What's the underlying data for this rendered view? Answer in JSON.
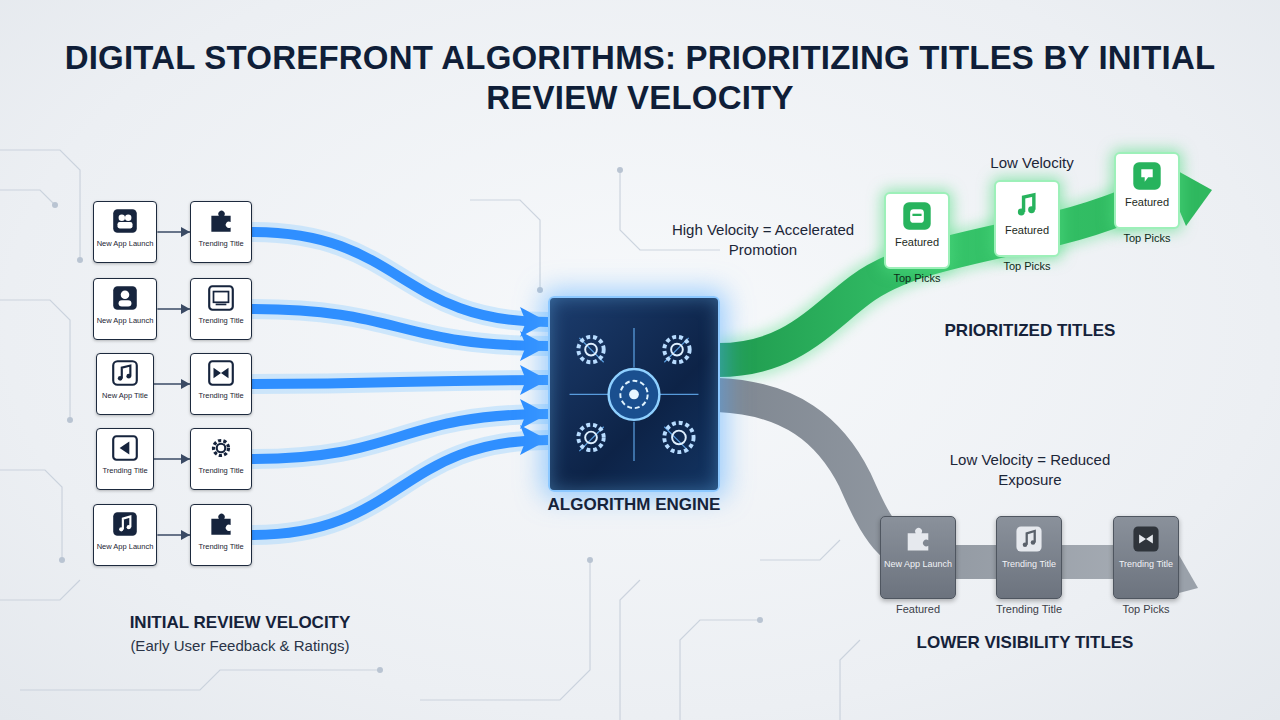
{
  "diagram": {
    "title": "DIGITAL STOREFRONT ALGORITHMS: PRIORITIZING TITLES BY INITIAL REVIEW VELOCITY",
    "nodes": [
      {
        "text": [
          "New App Launch"
        ]
      },
      {
        "text": [
          "Trending Title"
        ]
      },
      {
        "text": [
          "New App Launch"
        ]
      },
      {
        "text": [
          "Trending Title"
        ]
      },
      {
        "text": [
          "New App Title"
        ]
      },
      {
        "text": [
          "Trending Title"
        ]
      },
      {
        "text": [
          "Trending Title"
        ]
      },
      {
        "text": [
          "Trending Title"
        ]
      },
      {
        "text": [
          "New App Launch"
        ]
      },
      {
        "text": [
          "Trending Title"
        ]
      },
      {
        "text": [
          "ALGORITHM ENGINE"
        ]
      },
      {
        "text": [
          "Featured",
          "Top Picks"
        ]
      },
      {
        "text": [
          "Featured",
          "Top Picks"
        ]
      },
      {
        "text": [
          "Featured",
          "Top Picks"
        ]
      },
      {
        "text": [
          "New App Launch",
          "Featured"
        ]
      },
      {
        "text": [
          "Trending Title",
          "Trending Title"
        ]
      },
      {
        "text": [
          "Trending Title",
          "Top Picks"
        ]
      }
    ],
    "edges": [
      {
        "from": 0,
        "to": 1,
        "arrow": "to"
      },
      {
        "from": 2,
        "to": 3,
        "arrow": "to"
      },
      {
        "from": 4,
        "to": 5,
        "arrow": "to"
      },
      {
        "from": 6,
        "to": 7,
        "arrow": "to"
      },
      {
        "from": 8,
        "to": 9,
        "arrow": "to"
      },
      {
        "from": 1,
        "to": 10,
        "arrow": "to"
      },
      {
        "from": 3,
        "to": 10,
        "arrow": "to"
      },
      {
        "from": 5,
        "to": 10,
        "arrow": "to"
      },
      {
        "from": 7,
        "to": 10,
        "arrow": "to"
      },
      {
        "from": 9,
        "to": 10,
        "arrow": "to"
      }
    ],
    "labels": [
      "INITIAL REVIEW VELOCITY",
      "(Early User Feedback & Ratings)",
      "High Velocity = Accelerated Promotion",
      "Low Velocity",
      "PRIORITIZED TITLES",
      "Low Velocity = Reduced Exposure",
      "LOWER VISIBILITY TITLES"
    ]
  }
}
